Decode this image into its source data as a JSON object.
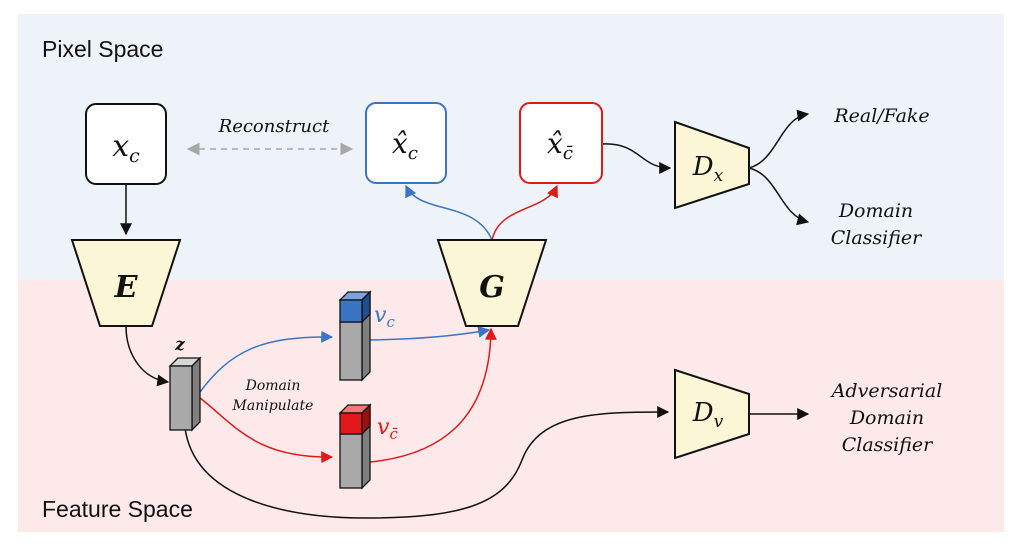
{
  "regions": {
    "pixel_space": "Pixel Space",
    "feature_space": "Feature Space"
  },
  "nodes": {
    "x_c": {
      "base": "x",
      "sub": "c"
    },
    "xhat_c": {
      "base": "x̂",
      "sub": "c"
    },
    "xhat_cbar": {
      "base": "x̂",
      "sub": "c̄"
    },
    "encoder": "E",
    "generator": "G",
    "d_x": {
      "base": "D",
      "sub": "x"
    },
    "d_v": {
      "base": "D",
      "sub": "v"
    },
    "z": "z",
    "v_c": {
      "base": "v",
      "sub": "c"
    },
    "v_cbar": {
      "base": "v",
      "sub": "c̄"
    }
  },
  "labels": {
    "reconstruct": "Reconstruct",
    "domain_manipulate_1": "Domain",
    "domain_manipulate_2": "Manipulate",
    "real_fake": "Real/Fake",
    "domain_classifier_1": "Domain",
    "domain_classifier_2": "Classifier",
    "adv_1": "Adversarial",
    "adv_2": "Domain",
    "adv_3": "Classifier"
  },
  "colors": {
    "pixel_bg": "#edf3f8",
    "feature_bg": "#fde9ea",
    "trap_fill": "#fbf6d5",
    "blue": "#3a75c4",
    "red": "#e01a1a",
    "gray": "#9d9d9d",
    "dashed": "#a8a8a8"
  }
}
